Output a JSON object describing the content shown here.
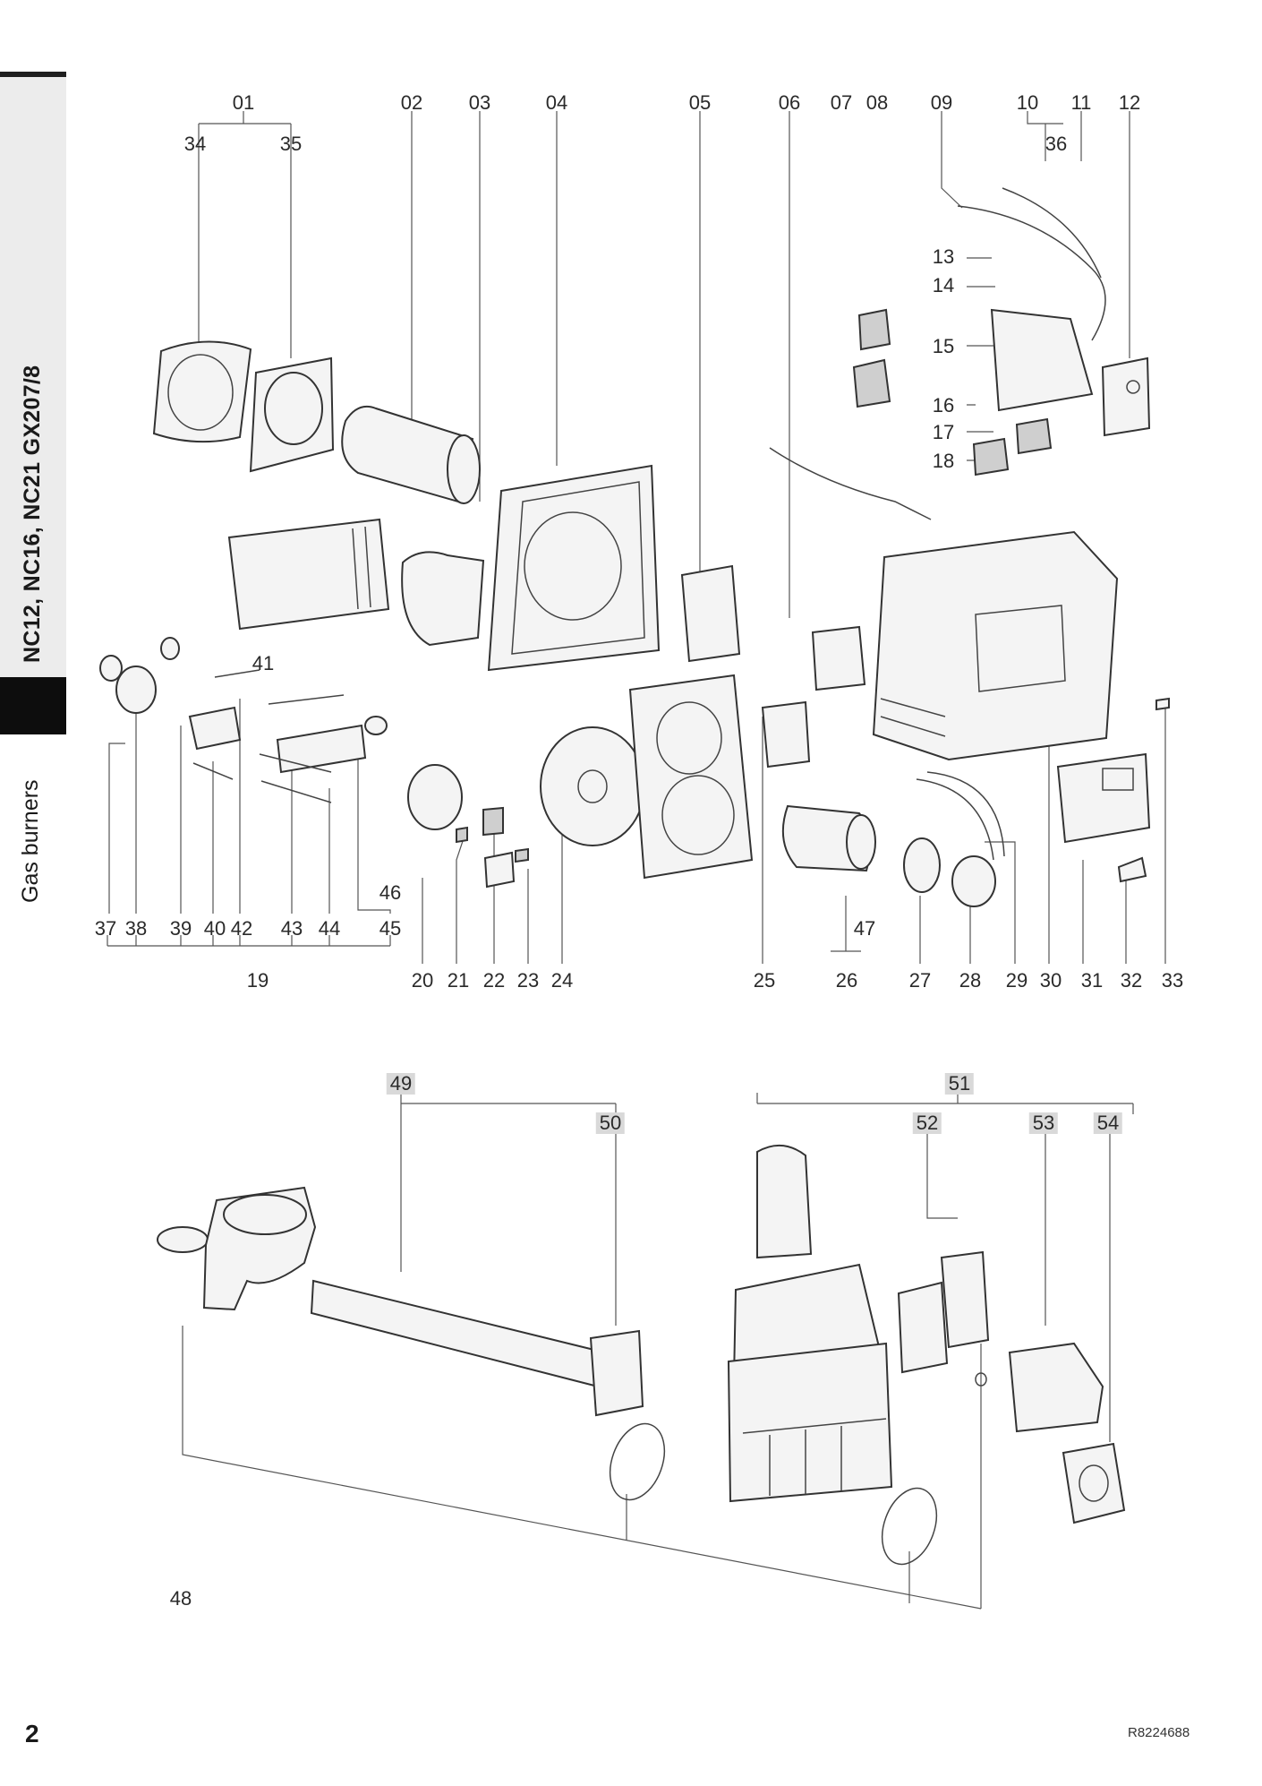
{
  "sidebar": {
    "model_title": "NC12, NC16, NC21 GX207/8",
    "section_title": "Gas burners"
  },
  "footer": {
    "page_number": "2",
    "document_code": "R8224688"
  },
  "callouts_top_row": [
    "01",
    "02",
    "03",
    "04",
    "05",
    "06",
    "07",
    "08",
    "09",
    "10",
    "11",
    "12"
  ],
  "callouts_second_row": [
    "34",
    "35",
    "36"
  ],
  "callouts_side_labels": [
    "13",
    "14",
    "15",
    "16",
    "17",
    "18",
    "41",
    "46",
    "47"
  ],
  "callouts_bottom_row": [
    "37",
    "38",
    "39",
    "40",
    "42",
    "43",
    "44",
    "45",
    "19",
    "20",
    "21",
    "22",
    "23",
    "24",
    "25",
    "26",
    "27",
    "28",
    "29",
    "30",
    "31",
    "32",
    "33"
  ],
  "callouts_gas_section": [
    "49",
    "50",
    "51",
    "52",
    "53",
    "54",
    "48"
  ],
  "colors": {
    "sidebar_grey": "#ececec",
    "sidebar_tab": "#0d0d0d",
    "callout_highlight": "#d9d9d9",
    "line_art": "#333333"
  }
}
